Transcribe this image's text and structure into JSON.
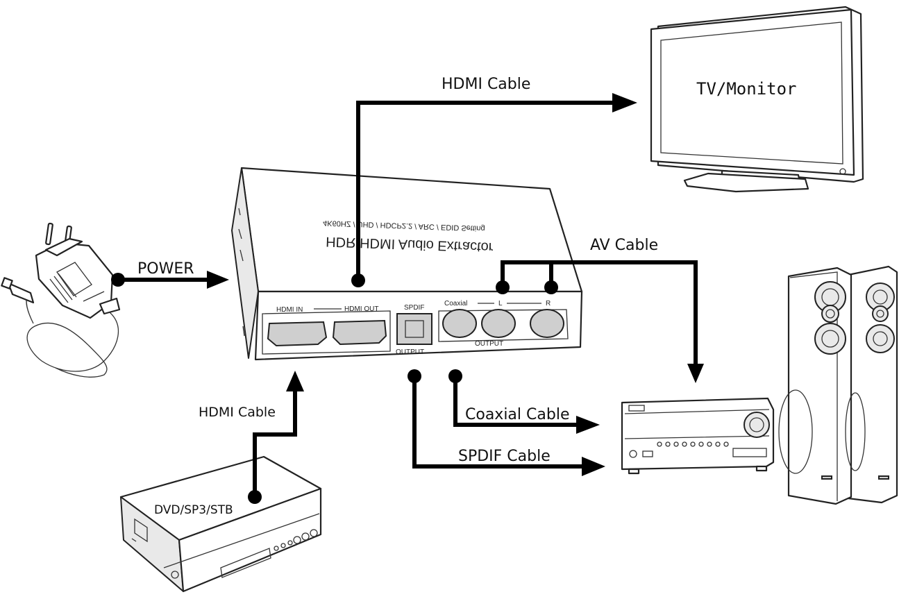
{
  "labels": {
    "hdmi_cable_top": "HDMI Cable",
    "tv_monitor": "TV/Monitor",
    "av_cable": "AV Cable",
    "power": "POWER",
    "hdmi_cable_bottom": "HDMI Cable",
    "coaxial_cable": "Coaxial Cable",
    "spdif_cable": "SPDIF Cable",
    "dvd_source": "DVD/SP3/STB"
  },
  "device": {
    "title_mirrored": "HDR HDMI Audio Extractor",
    "subtitle_mirrored": "4K60HZ / UHD / HDCP2.2 / ARC / EDID Setting",
    "port_hdmi_in": "HDMI IN",
    "port_hdmi_out": "HDMI OUT",
    "port_spdif": "SPDIF",
    "port_coaxial": "Coaxial",
    "port_l": "L",
    "port_r": "R",
    "output_left": "OUTPUT",
    "output_right": "OUTPUT"
  }
}
